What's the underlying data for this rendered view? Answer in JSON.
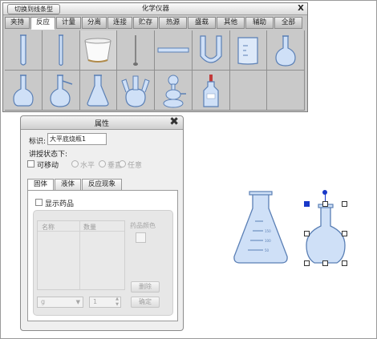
{
  "toolbar": {
    "switch_label": "切换到线条型",
    "title": "化学仪器",
    "close_label": "X",
    "tabs": [
      "夹持",
      "反应",
      "计量",
      "分离",
      "连接",
      "贮存",
      "热源",
      "盛载",
      "其他",
      "辅助",
      "全部"
    ],
    "active_tab": "反应",
    "instruments": [
      {
        "icon": "test-tube-icon"
      },
      {
        "icon": "slim-test-tube-icon"
      },
      {
        "icon": "crucible-icon"
      },
      {
        "icon": "combustion-spoon-icon"
      },
      {
        "icon": "glass-tube-icon"
      },
      {
        "icon": "u-tube-icon"
      },
      {
        "icon": "beaker-icon"
      },
      {
        "icon": "round-bottom-flask-icon"
      },
      {
        "icon": "flat-bottom-flask-icon"
      },
      {
        "icon": "distillation-flask-icon"
      },
      {
        "icon": "conical-flask-icon"
      },
      {
        "icon": "three-neck-flask-icon"
      },
      {
        "icon": "kipp-generator-icon"
      },
      {
        "icon": "reagent-bottle-icon"
      }
    ]
  },
  "dialog": {
    "title": "属性",
    "id_label": "标识:",
    "id_value": "大平底烧瓶1",
    "state_label": "讲授状态下:",
    "movable_label": "可移动",
    "radios": [
      "水平",
      "垂直",
      "任意"
    ],
    "tabs": [
      "固体",
      "液体",
      "反应现象"
    ],
    "active_tab": "固体",
    "show_drug_label": "显示药品",
    "col_name": "名称",
    "col_amount": "数量",
    "drug_color_label": "药品颜色",
    "delete_label": "删除",
    "unit_value": "g",
    "quantity_value": "1",
    "confirm_label": "确定"
  },
  "colors": {
    "glass_fill": "#cfe0f7",
    "glass_stroke": "#5a7fb5",
    "handle_blue": "#1838c8"
  }
}
